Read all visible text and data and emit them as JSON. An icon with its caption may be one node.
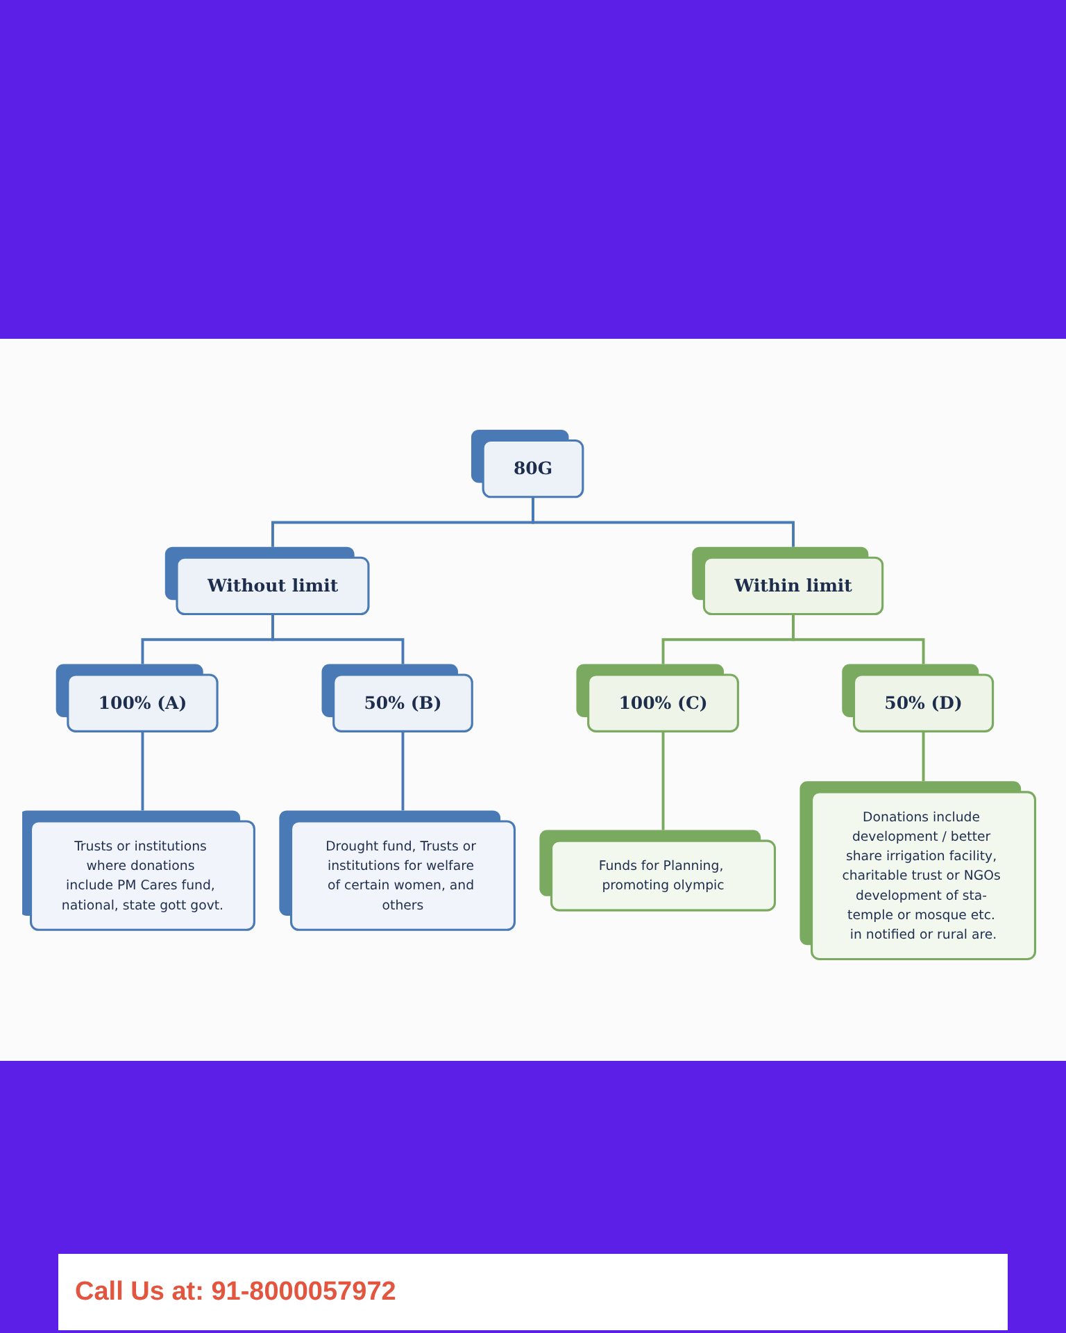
{
  "diagram": {
    "nodes": [
      {
        "text": [
          "80G"
        ]
      },
      {
        "text": [
          "Without limit"
        ]
      },
      {
        "text": [
          "Within limit"
        ]
      },
      {
        "text": [
          "100% (A)"
        ]
      },
      {
        "text": [
          "50% (B)"
        ]
      },
      {
        "text": [
          "100% (C)"
        ]
      },
      {
        "text": [
          "50% (D)"
        ]
      },
      {
        "text": [
          "Trusts or institutions where donations include PM Cares fund, national, state gott govt."
        ]
      },
      {
        "text": [
          "Drought fund, Trusts or institutions for welfare of certain women, and others"
        ]
      },
      {
        "text": [
          "Funds for Planning, promoting olympic"
        ]
      },
      {
        "text": [
          "Donations include development / better share irrigation facility, charitable trust or NGOs development of sta- temple or mosque etc. in notified or rural are."
        ]
      }
    ],
    "edges": [
      {
        "from": 0,
        "to": 1,
        "arrow": "none"
      },
      {
        "from": 0,
        "to": 2,
        "arrow": "none"
      },
      {
        "from": 1,
        "to": 3,
        "arrow": "none"
      },
      {
        "from": 1,
        "to": 4,
        "arrow": "none"
      },
      {
        "from": 2,
        "to": 5,
        "arrow": "none",
        "color": "#79aa5f"
      },
      {
        "from": 2,
        "to": 6,
        "arrow": "none",
        "color": "#79aa5f"
      },
      {
        "from": 3,
        "to": 7,
        "arrow": "none"
      },
      {
        "from": 4,
        "to": 8,
        "arrow": "none"
      },
      {
        "from": 5,
        "to": 9,
        "arrow": "none",
        "color": "#79aa5f"
      },
      {
        "from": 6,
        "to": 10,
        "arrow": "none",
        "color": "#79aa5f"
      }
    ],
    "labels": [
      "Call Us at: 91-8000057972"
    ]
  }
}
